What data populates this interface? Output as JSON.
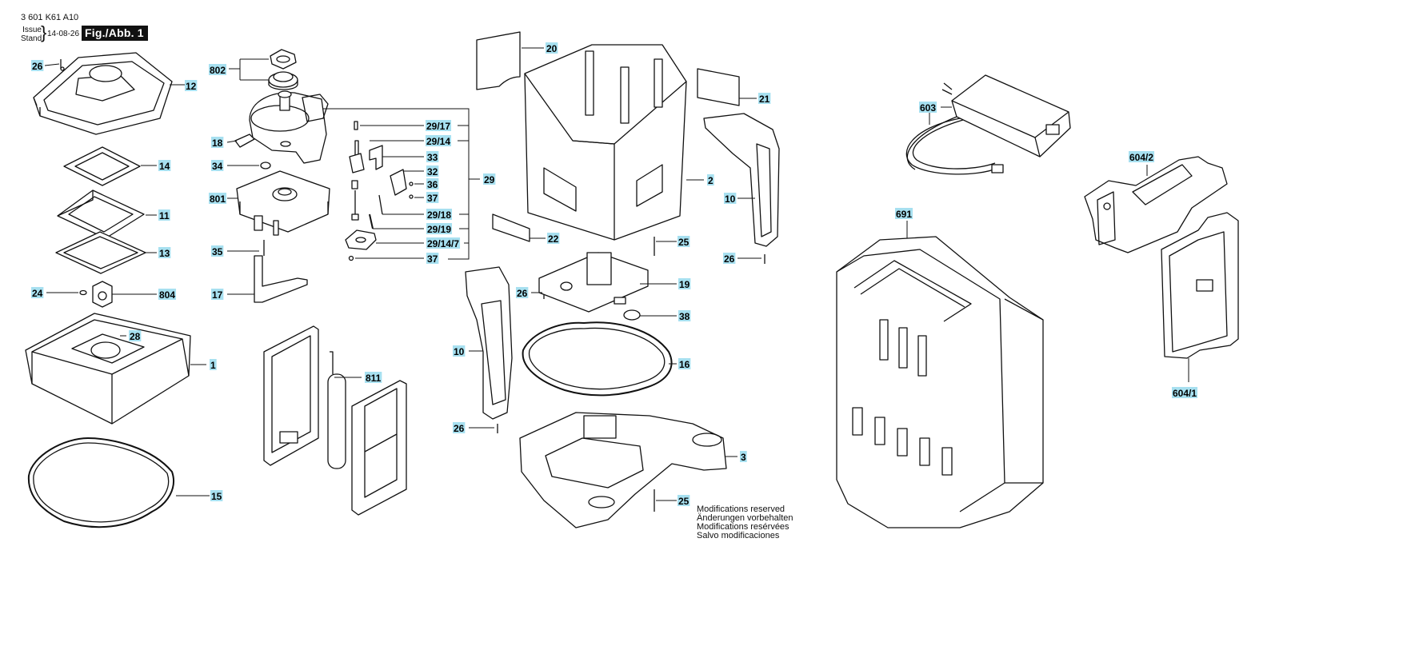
{
  "header": {
    "drawing_number": "3 601 K61 A10",
    "issue_label": "Issue",
    "stand_label": "Stand",
    "date": "14-08-26",
    "figure_label": "Fig./Abb. 1"
  },
  "notes": [
    "Modifications reserved",
    "Änderungen vorbehalten",
    "Modifications resérvées",
    "Salvo modificaciones"
  ],
  "label_highlight_color": "#a7e0f0",
  "callouts": [
    "26",
    "12",
    "802",
    "18",
    "34",
    "801",
    "35",
    "17",
    "14",
    "11",
    "13",
    "24",
    "804",
    "28",
    "1",
    "15",
    "811",
    "29/17",
    "29/14",
    "33",
    "32",
    "36",
    "37",
    "29",
    "29/18",
    "29/19",
    "29/14/7",
    "37",
    "20",
    "2",
    "21",
    "10",
    "25",
    "26",
    "22",
    "19",
    "26",
    "38",
    "10",
    "16",
    "26",
    "3",
    "25",
    "603",
    "604/2",
    "691",
    "604/1"
  ]
}
